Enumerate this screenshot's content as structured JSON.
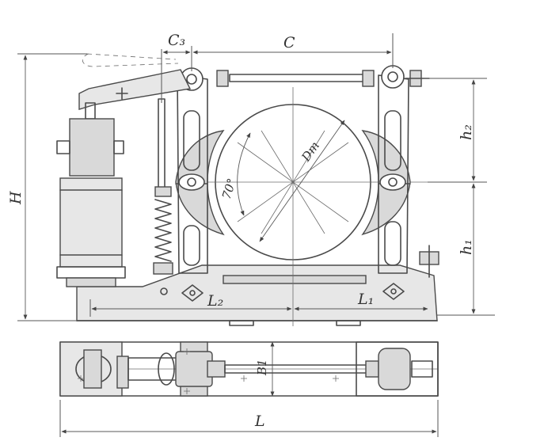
{
  "labels": {
    "C3": "C₃",
    "C": "C",
    "H": "H",
    "h2": "h₂",
    "h1": "h₁",
    "Dt": "Dт",
    "angle": "70°",
    "L2": "L₂",
    "L1": "L₁",
    "B1": "B1",
    "L": "L"
  },
  "colors": {
    "line": "#4a4a4a",
    "paper": "#ffffff",
    "shade": "#d9d9d9"
  }
}
